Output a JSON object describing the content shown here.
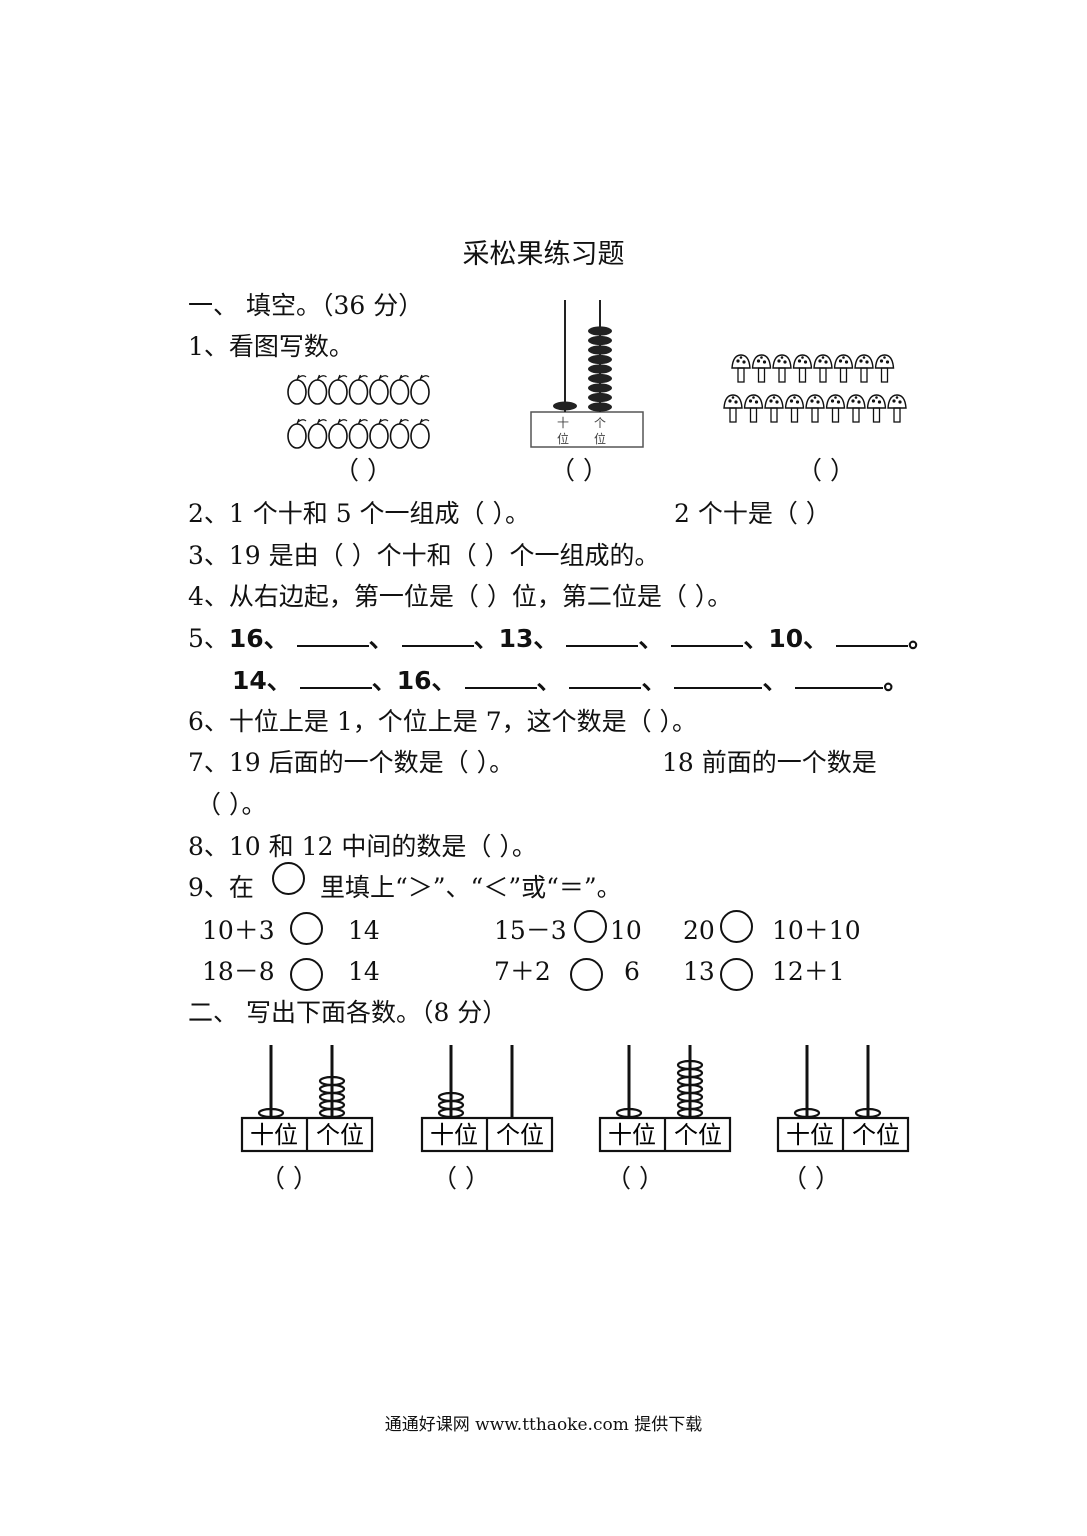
{
  "title": "采松果练习题",
  "section1": {
    "heading": "一、  填空。（36 分）",
    "q1": {
      "text": "1、看图写数。",
      "answers": [
        "（        ）",
        "（      ）",
        "（        ）"
      ],
      "abacus_labels": [
        "十",
        "个",
        "位",
        "位"
      ]
    },
    "q2": {
      "text_a": "2、1 个十和 5 个一组成（        ）。",
      "text_b": "2 个十是（          ）"
    },
    "q3": "3、19 是由（     ）个十和（      ）个一组成的。",
    "q4": "4、从右边起，第一位是（       ）位，第二位是（       ）。",
    "q5": {
      "prefix": "5、",
      "row1": [
        "16、",
        "、",
        "、13、",
        "、",
        "、10、",
        "。"
      ],
      "row2": [
        "14、",
        "、16、",
        "、",
        "、",
        "、",
        "。"
      ]
    },
    "q6": "6、十位上是 1，个位上是 7，这个数是（          ）。",
    "q7": {
      "text_a": "7、19 后面的一个数是（       ）。",
      "text_b": "18 前面的一个数是",
      "text_c": "（      ）。"
    },
    "q8": "8、10 和 12 中间的数是（          ）。",
    "q9": {
      "lead": "9、在",
      "trail": "里填上“＞”、“＜”或“＝”。",
      "items": [
        {
          "left": "10＋3",
          "right": "14"
        },
        {
          "left": "15－3",
          "right": "10"
        },
        {
          "left": "20",
          "right": "10＋10"
        },
        {
          "left": "18－8",
          "right": "14"
        },
        {
          "left": "7＋2",
          "right": "6"
        },
        {
          "left": "13",
          "right": "12＋1"
        }
      ]
    }
  },
  "section2": {
    "heading": "二、  写出下面各数。（8 分）",
    "abaci": [
      {
        "tens": 1,
        "ones": 5
      },
      {
        "tens": 3,
        "ones": 0
      },
      {
        "tens": 1,
        "ones": 7
      },
      {
        "tens": 1,
        "ones": 1
      }
    ],
    "label_tens": "十位",
    "label_ones": "个位",
    "answer": "（             ）"
  },
  "footer": "通通好课网  www.tthaoke.com  提供下载"
}
